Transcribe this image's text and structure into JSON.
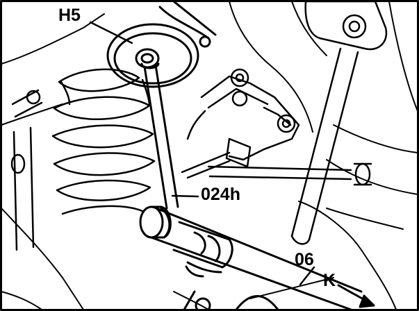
{
  "figure": {
    "labels": {
      "h5": "H5",
      "tool_024h": "024h",
      "part_06": "06",
      "direction_k": "K"
    },
    "colors": {
      "ink": "#000000",
      "paper": "#ffffff"
    }
  }
}
